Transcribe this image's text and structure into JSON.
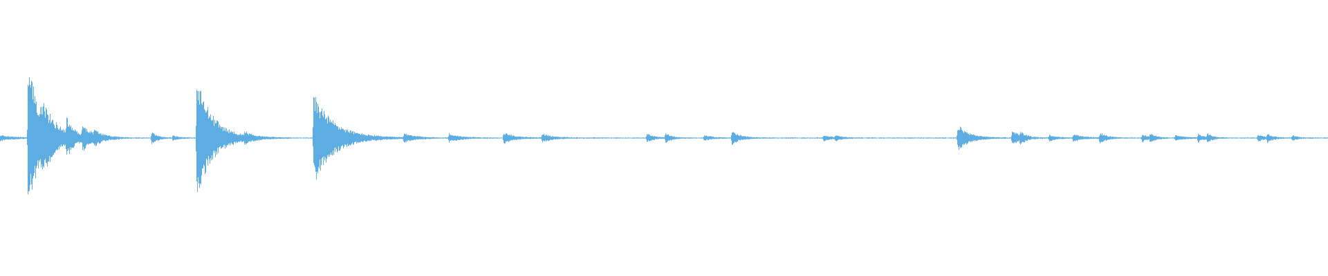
{
  "waveform": {
    "color": "#5DADE2",
    "background": "#FFFFFF",
    "amplitude_range": [
      -1,
      1
    ],
    "baseline": 0,
    "events": [
      {
        "t": 0.0,
        "amp": 0.02,
        "decay": 0.01
      },
      {
        "t": 0.021,
        "amp": 0.52,
        "decay": 0.012
      },
      {
        "t": 0.031,
        "amp": 0.09,
        "decay": 0.008
      },
      {
        "t": 0.05,
        "amp": 0.1,
        "decay": 0.005
      },
      {
        "t": 0.062,
        "amp": 0.08,
        "decay": 0.008
      },
      {
        "t": 0.071,
        "amp": 0.03,
        "decay": 0.006
      },
      {
        "t": 0.114,
        "amp": 0.05,
        "decay": 0.004
      },
      {
        "t": 0.13,
        "amp": 0.02,
        "decay": 0.004
      },
      {
        "t": 0.148,
        "amp": 0.45,
        "decay": 0.012
      },
      {
        "t": 0.184,
        "amp": 0.03,
        "decay": 0.006
      },
      {
        "t": 0.236,
        "amp": 0.34,
        "decay": 0.015
      },
      {
        "t": 0.304,
        "amp": 0.03,
        "decay": 0.008
      },
      {
        "t": 0.338,
        "amp": 0.03,
        "decay": 0.008
      },
      {
        "t": 0.379,
        "amp": 0.04,
        "decay": 0.008
      },
      {
        "t": 0.408,
        "amp": 0.03,
        "decay": 0.008
      },
      {
        "t": 0.487,
        "amp": 0.03,
        "decay": 0.005
      },
      {
        "t": 0.501,
        "amp": 0.04,
        "decay": 0.004
      },
      {
        "t": 0.53,
        "amp": 0.02,
        "decay": 0.006
      },
      {
        "t": 0.551,
        "amp": 0.05,
        "decay": 0.006
      },
      {
        "t": 0.62,
        "amp": 0.02,
        "decay": 0.006
      },
      {
        "t": 0.629,
        "amp": 0.02,
        "decay": 0.004
      },
      {
        "t": 0.721,
        "amp": 0.1,
        "decay": 0.008
      },
      {
        "t": 0.762,
        "amp": 0.06,
        "decay": 0.006
      },
      {
        "t": 0.768,
        "amp": 0.03,
        "decay": 0.004
      },
      {
        "t": 0.79,
        "amp": 0.02,
        "decay": 0.006
      },
      {
        "t": 0.808,
        "amp": 0.03,
        "decay": 0.006
      },
      {
        "t": 0.828,
        "amp": 0.04,
        "decay": 0.005
      },
      {
        "t": 0.86,
        "amp": 0.03,
        "decay": 0.004
      },
      {
        "t": 0.866,
        "amp": 0.03,
        "decay": 0.004
      },
      {
        "t": 0.885,
        "amp": 0.02,
        "decay": 0.006
      },
      {
        "t": 0.902,
        "amp": 0.03,
        "decay": 0.004
      },
      {
        "t": 0.909,
        "amp": 0.03,
        "decay": 0.004
      },
      {
        "t": 0.947,
        "amp": 0.03,
        "decay": 0.004
      },
      {
        "t": 0.954,
        "amp": 0.03,
        "decay": 0.004
      },
      {
        "t": 0.973,
        "amp": 0.02,
        "decay": 0.004
      }
    ],
    "noise_floor": 0.004
  }
}
